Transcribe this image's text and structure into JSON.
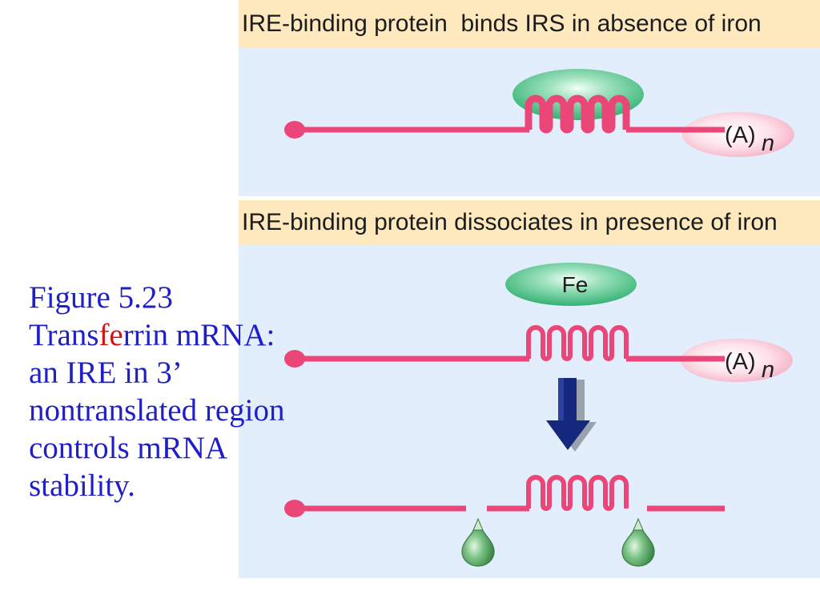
{
  "panel_top": {
    "header": "IRE-binding protein  binds IRS in absence of iron"
  },
  "panel_bottom": {
    "header": "IRE-binding protein dissociates in presence of iron"
  },
  "caption": {
    "line1": "Figure 5.23",
    "line2": {
      "part1": "Trans",
      "part2_highlight": "fe",
      "part3": "rrin mRNA:"
    },
    "line3": "an IRE in 3’",
    "line4": "nontranslated region",
    "line5": "controls mRNA",
    "line6": "stability."
  },
  "labels": {
    "iron": "Fe",
    "poly_a": "(A)",
    "poly_a_subscript": "n"
  },
  "colors": {
    "mrna_strand": "#eb4678",
    "caption_text": "#1f1fc8",
    "caption_highlight": "#d41414",
    "header_background": "#fde9bd",
    "panel_background": "#e3eefc",
    "arrow": "#14287e"
  }
}
